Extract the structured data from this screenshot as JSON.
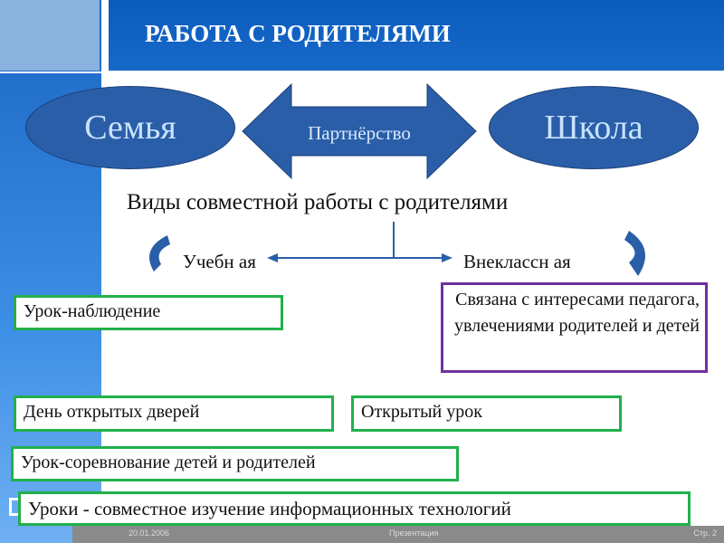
{
  "title": "РАБОТА С РОДИТЕЛЯМИ",
  "family": "Семья",
  "school": "Школа",
  "partnership": "Партнёрство",
  "subtitle": "Виды совместной работы с родителями",
  "branch_left": "Учебн ая",
  "branch_right": "Внеклассн ая",
  "extracurricular_desc": "Связана с интересами педагога, увлечениями родителей и детей",
  "items": [
    "Урок-наблюдение",
    "День открытых дверей",
    "Открытый урок",
    "Урок-соревнование детей и родителей",
    "Уроки - совместное изучение информационных технологий"
  ],
  "footer": {
    "date": "20.01.2006",
    "center": "Презентация",
    "page": "Стр. 2"
  },
  "colors": {
    "accent": "#2a5ea8",
    "green": "#22b04b",
    "purple": "#7030a0"
  }
}
